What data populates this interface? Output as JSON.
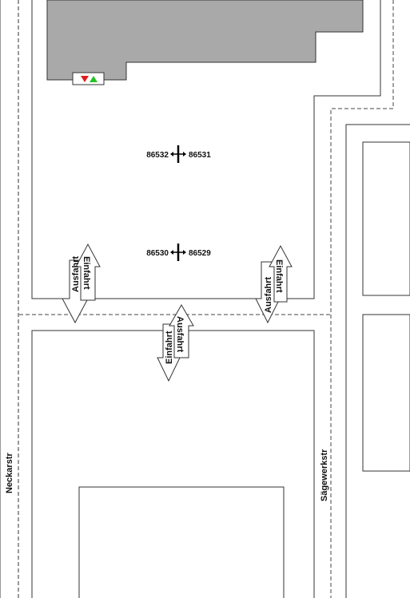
{
  "streets": {
    "left": "Neckarstr",
    "right": "Sägewerkstr"
  },
  "markers": [
    {
      "left_id": "86532",
      "right_id": "86531"
    },
    {
      "left_id": "86530",
      "right_id": "86529"
    }
  ],
  "arrows": {
    "exit": "Ausfahrt",
    "entry": "Einfahrt"
  },
  "colors": {
    "building": "#a9a9a9",
    "signal_red": "#e01b1b",
    "signal_green": "#22c322",
    "line": "#333333"
  },
  "icons": {
    "signal": "red-green-triangle-signal-icon",
    "marker": "cross-arrow-marker-icon"
  }
}
